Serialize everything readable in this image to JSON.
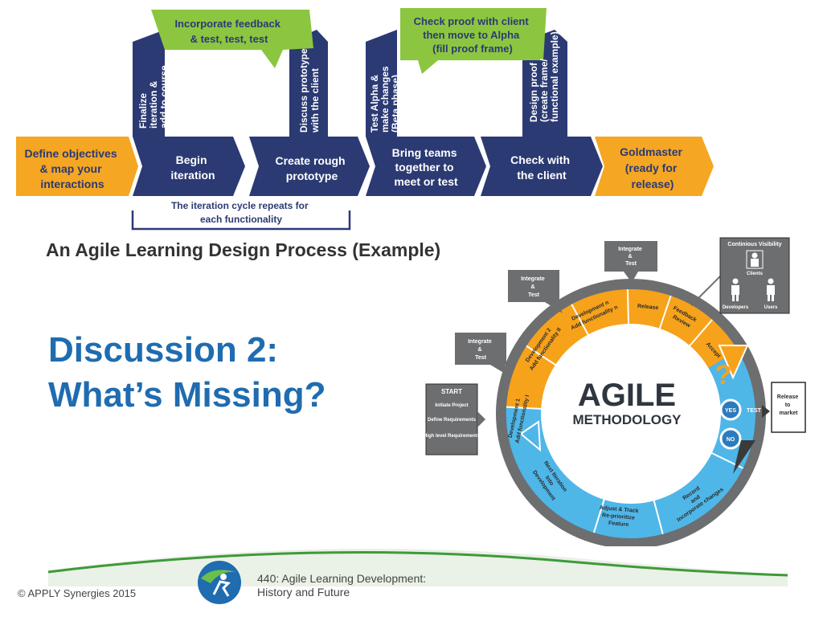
{
  "process": {
    "caption": "An Agile Learning Design Process (Example)",
    "steps": [
      {
        "lines": [
          "Define objectives",
          "& map your",
          "interactions"
        ]
      },
      {
        "lines": [
          "Begin",
          "iteration"
        ]
      },
      {
        "lines": [
          "Create rough",
          "prototype"
        ]
      },
      {
        "lines": [
          "Bring teams",
          "together to",
          "meet or test"
        ]
      },
      {
        "lines": [
          "Check with",
          "the client"
        ]
      },
      {
        "lines": [
          "Goldmaster",
          "(ready for",
          "release)"
        ]
      }
    ],
    "verticals": [
      {
        "lines": [
          "Finalize",
          "iteration &",
          "add to course"
        ]
      },
      {
        "lines": [
          "Discuss prototype",
          "with the client"
        ]
      },
      {
        "lines": [
          "Test Alpha &",
          "make changes",
          "(Beta phase)"
        ]
      },
      {
        "lines": [
          "Design proof",
          "(create frame/",
          "functional example)"
        ]
      }
    ],
    "callouts": [
      {
        "lines": [
          "Incorporate feedback",
          "& test, test, test"
        ]
      },
      {
        "lines": [
          "Check proof with client",
          "then move to Alpha",
          "(fill proof frame)"
        ]
      }
    ],
    "bracket_lines": [
      "The iteration cycle repeats for",
      "each functionality"
    ]
  },
  "slide": {
    "heading_lines": [
      "Discussion 2:",
      "What’s Missing?"
    ],
    "copyright": "© APPLY Synergies 2015",
    "course_lines": [
      "440: Agile Learning Development:",
      "History and Future"
    ]
  },
  "agile": {
    "title": "AGILE",
    "subtitle": "METHODOLOGY",
    "start": {
      "title": "START",
      "items": [
        "Initiate Project",
        "Define Requirements",
        "High level Requirements"
      ]
    },
    "integrate_boxes": [
      {
        "lines": [
          "Integrate",
          "&",
          "Test"
        ]
      },
      {
        "lines": [
          "Integrate",
          "&",
          "Test"
        ]
      },
      {
        "lines": [
          "Integrate",
          "&",
          "Test"
        ]
      }
    ],
    "visibility": {
      "title": "Continious Visibility",
      "clients": "Clients",
      "developers": "Developers",
      "users": "Users"
    },
    "segments": [
      {
        "lines": [
          "Development 1",
          "Add functionality I"
        ]
      },
      {
        "lines": [
          "Development 2",
          "Add functionality II"
        ]
      },
      {
        "lines": [
          "Development n",
          "Add functionality n"
        ]
      },
      {
        "lines": [
          "Release"
        ]
      },
      {
        "lines": [
          "Feedback",
          "Review"
        ]
      },
      {
        "lines": [
          "Accept"
        ]
      },
      {
        "lines": [
          "Record",
          "and",
          "Incorporate changes"
        ]
      },
      {
        "lines": [
          "Adjust & Track",
          "Re-prioritize",
          "Feature"
        ]
      },
      {
        "lines": [
          "Next Iteration",
          "Into",
          "Development"
        ]
      }
    ],
    "question_mark": "?",
    "yes": "YES",
    "no": "NO",
    "test": "TEST",
    "release": {
      "lines": [
        "Release",
        "to",
        "market"
      ]
    }
  },
  "colors": {
    "navy": "#2b3a73",
    "orange": "#f5a623",
    "green": "#8cc640",
    "blue": "#1f6cb0",
    "lightblue": "#5ab9ea",
    "gray": "#6d6e70"
  }
}
